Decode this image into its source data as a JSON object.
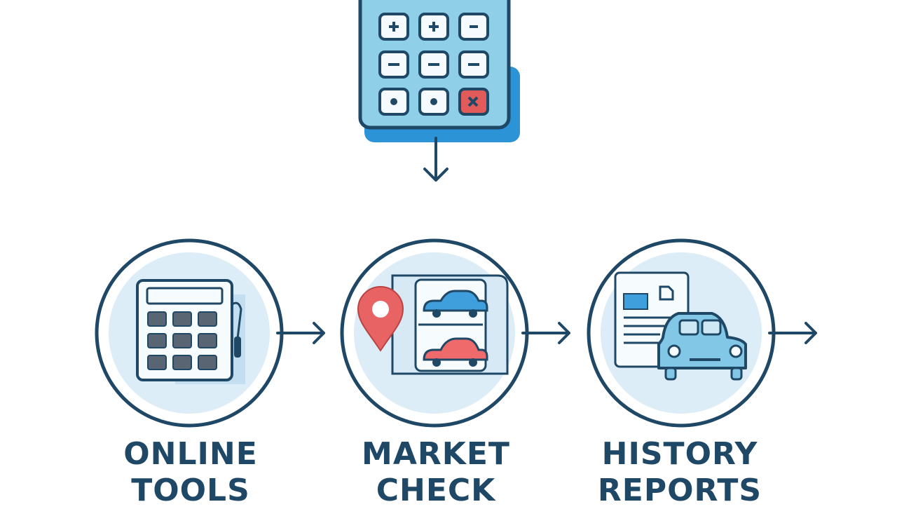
{
  "colors": {
    "stroke": "#1f4766",
    "light_blue": "#7fc8e3",
    "pale_blue": "#dcedf7",
    "accent_blue": "#2b93d6",
    "red": "#e06262"
  },
  "icons": {
    "top": "calculator-icon",
    "steps": [
      "calculator-icon",
      "location-pin-icon",
      "car-icon"
    ]
  },
  "steps": [
    {
      "line1": "ONLINE",
      "line2": "TOOLS"
    },
    {
      "line1": "MARKET",
      "line2": "CHECK"
    },
    {
      "line1": "HISTORY",
      "line2": "REPORTS"
    }
  ]
}
